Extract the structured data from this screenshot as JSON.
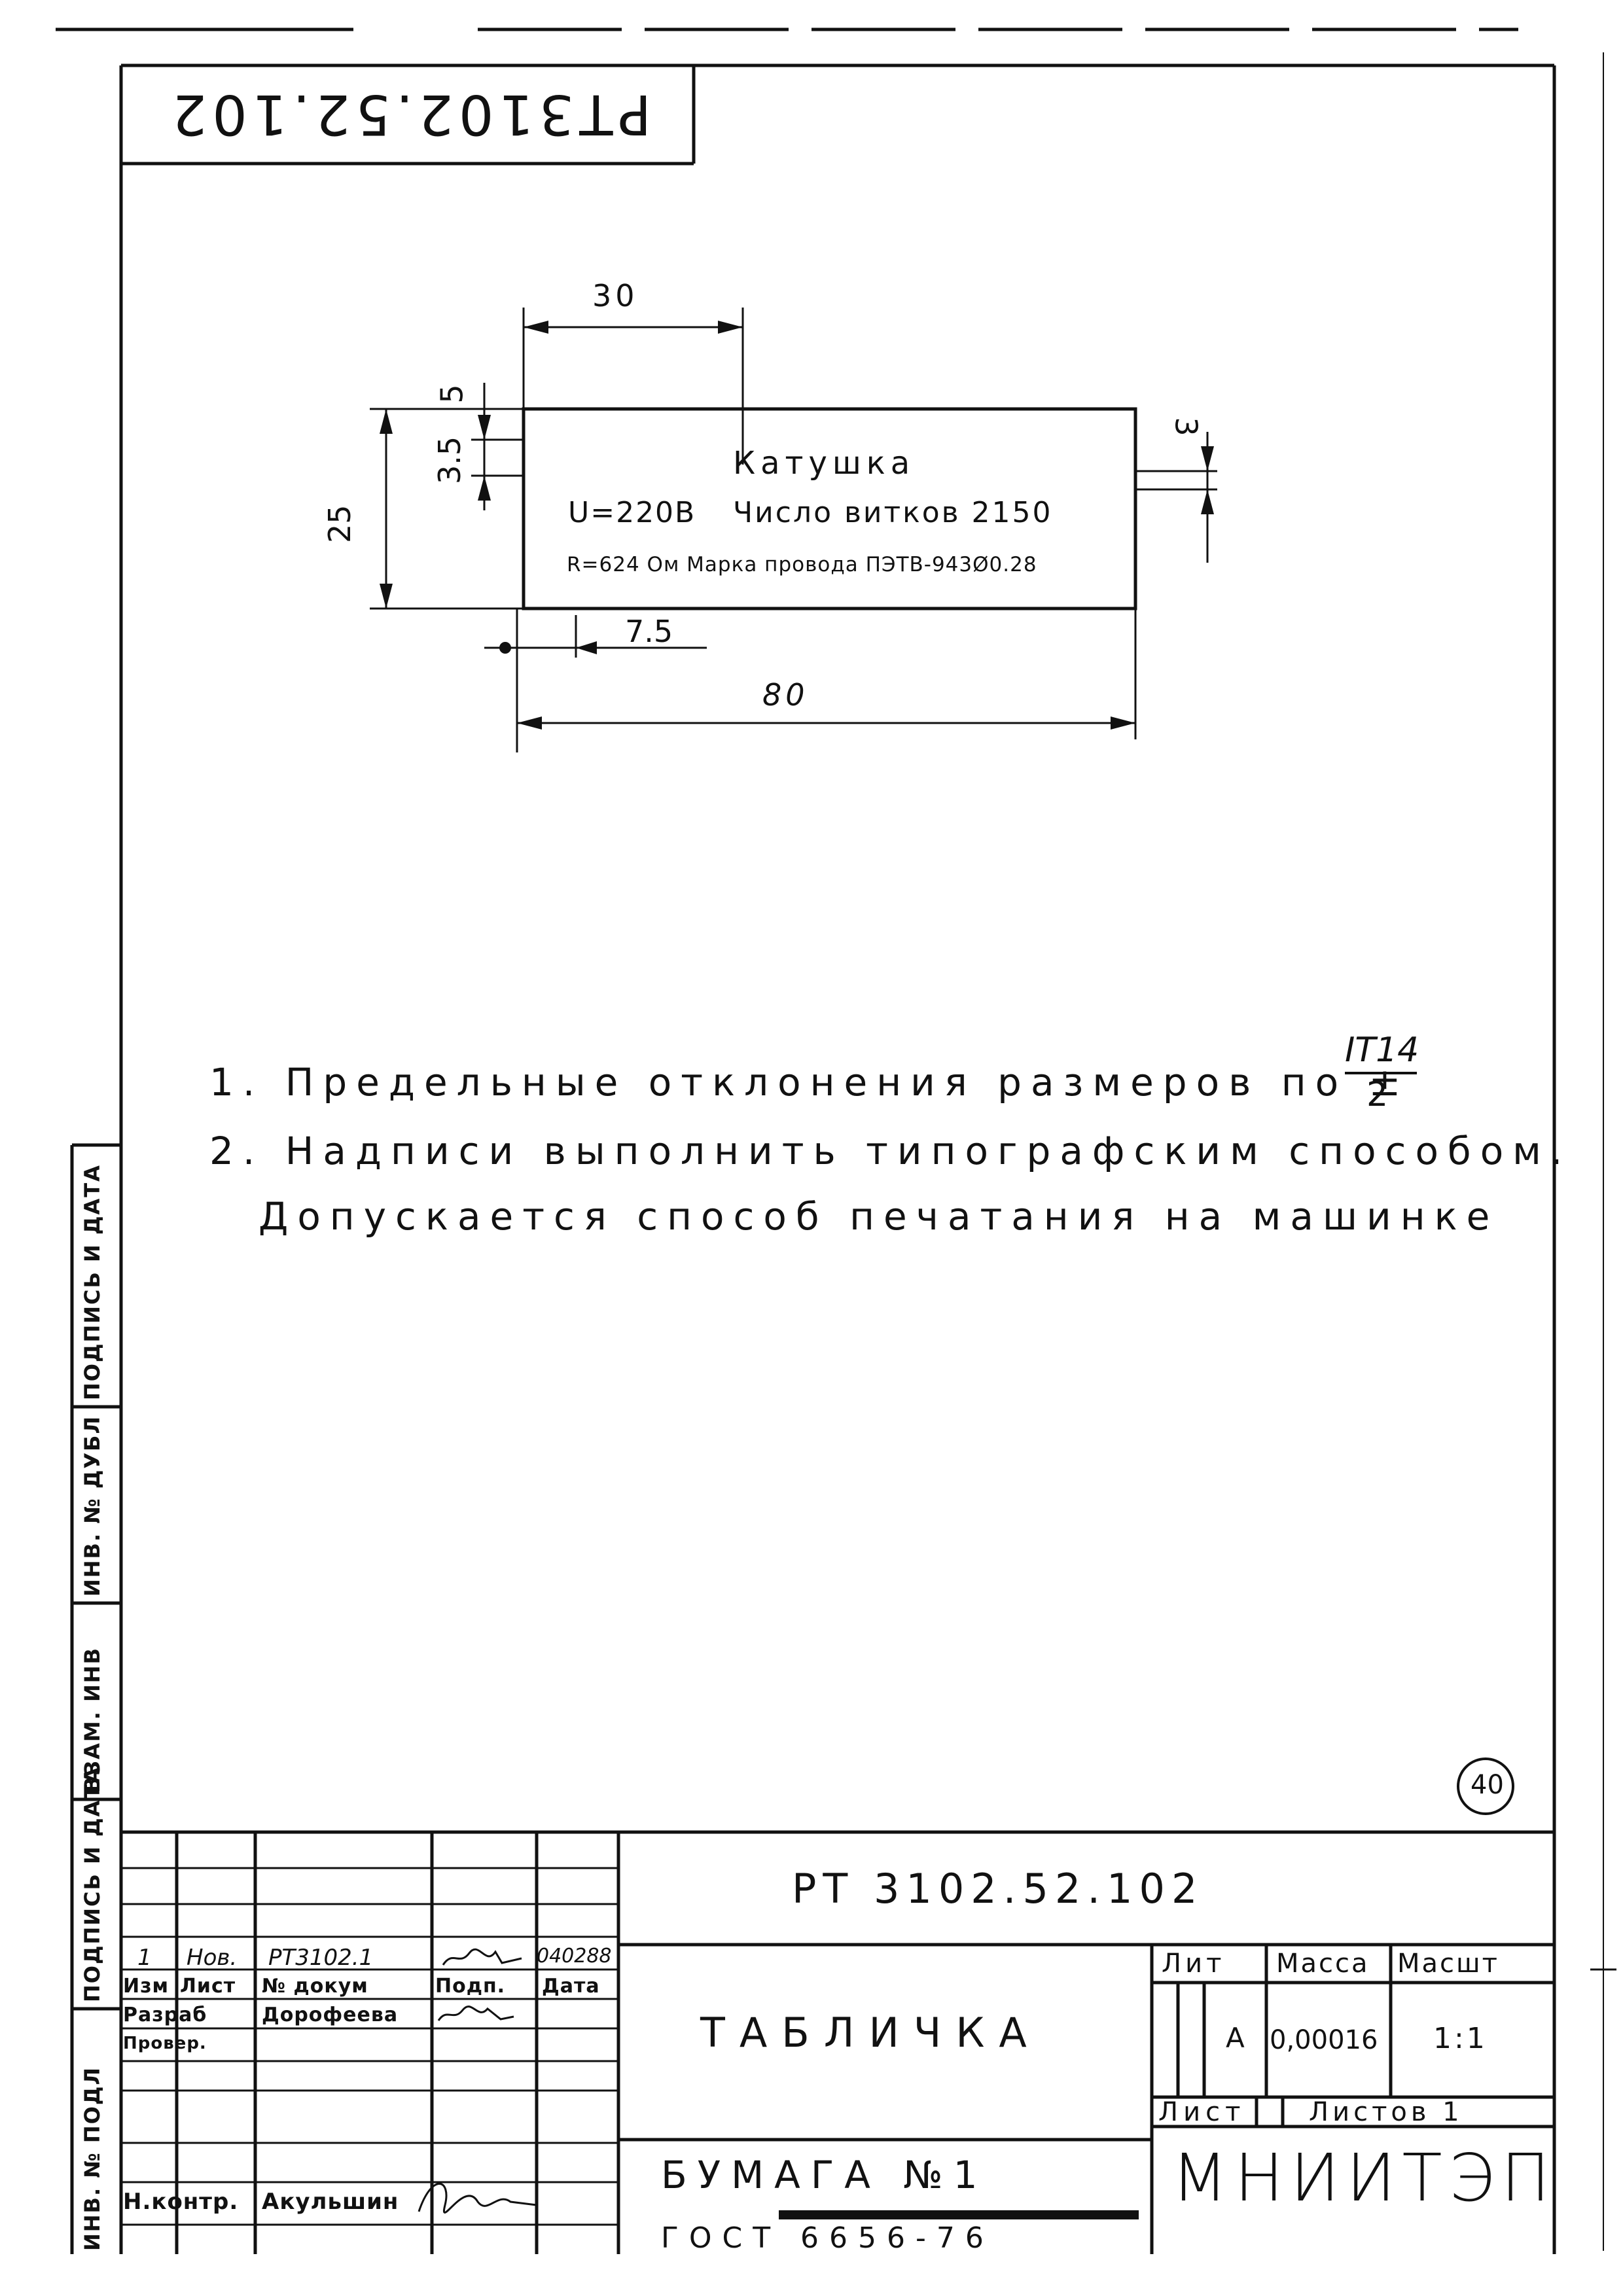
{
  "doc_code_top": "PT3102.52.102",
  "drawing": {
    "part_title": "Катушка",
    "line1_left": "U=220B",
    "line1_right": "Число витков 2150",
    "line2": "R=624 Ом Марка провода ПЭТВ-943Ø0.28",
    "dim_30": "30",
    "dim_5": "5",
    "dim_3_5": "3.5",
    "dim_25": "25",
    "dim_3": "3",
    "dim_7_5": "7.5",
    "dim_80": "80"
  },
  "notes": {
    "n1_prefix": "1. Предельные отклонения размеров по ±",
    "n1_num": "IT14",
    "n1_den": "2",
    "n2": "2. Надписи выполнить типографским способом.",
    "n3": "Допускается способ печатания на машинке"
  },
  "page_mark": "40",
  "side_stamps": {
    "podp_data_top": "ПОДПИСЬ И ДАТА",
    "inv_dubl": "ИНВ. № ДУБЛ",
    "vzam_inv": "ВЗАМ. ИНВ",
    "podp_data_bottom": "ПОДПИСЬ И ДАТА",
    "inv_podl": "ИНВ. № ПОДЛ"
  },
  "title_block": {
    "designation": "PT 3102.52.102",
    "name": "ТАБЛИЧКА",
    "material": "БУМАГА №1",
    "material_std": "ГОСТ 6656-76",
    "org": "МНИИТЭП",
    "rev_row": [
      "1",
      "Нов.",
      "PT3102.1",
      "",
      "040288"
    ],
    "headers": [
      "Изм",
      "Лист",
      "№ докум",
      "Подп.",
      "Дата"
    ],
    "razrab_label": "Разраб",
    "razrab_name": "Дорофеева",
    "prover_label": "Провер.",
    "nkontr_label": "Н.контр.",
    "nkontr_name": "Акульшин",
    "lit_label": "Лит",
    "lit_value": "А",
    "massa_label": "Масса",
    "massa_value": "0,00016",
    "masshtab_label": "Масшт",
    "masshtab_value": "1:1",
    "list_label": "Лист",
    "listov_label": "Листов 1"
  }
}
